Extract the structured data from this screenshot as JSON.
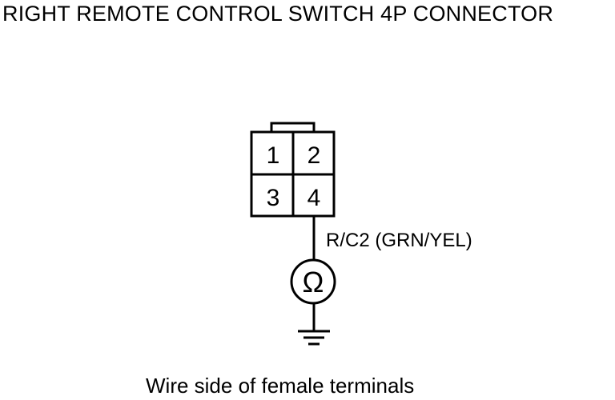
{
  "title": "RIGHT REMOTE CONTROL SWITCH 4P CONNECTOR",
  "connector": {
    "terminals": [
      "1",
      "2",
      "3",
      "4"
    ]
  },
  "wire_label": "R/C2 (GRN/YEL)",
  "meter_symbol": "Ω",
  "icons": {
    "meter": "ohmmeter-icon",
    "ground": "ground-icon"
  },
  "caption": "Wire side of female terminals"
}
